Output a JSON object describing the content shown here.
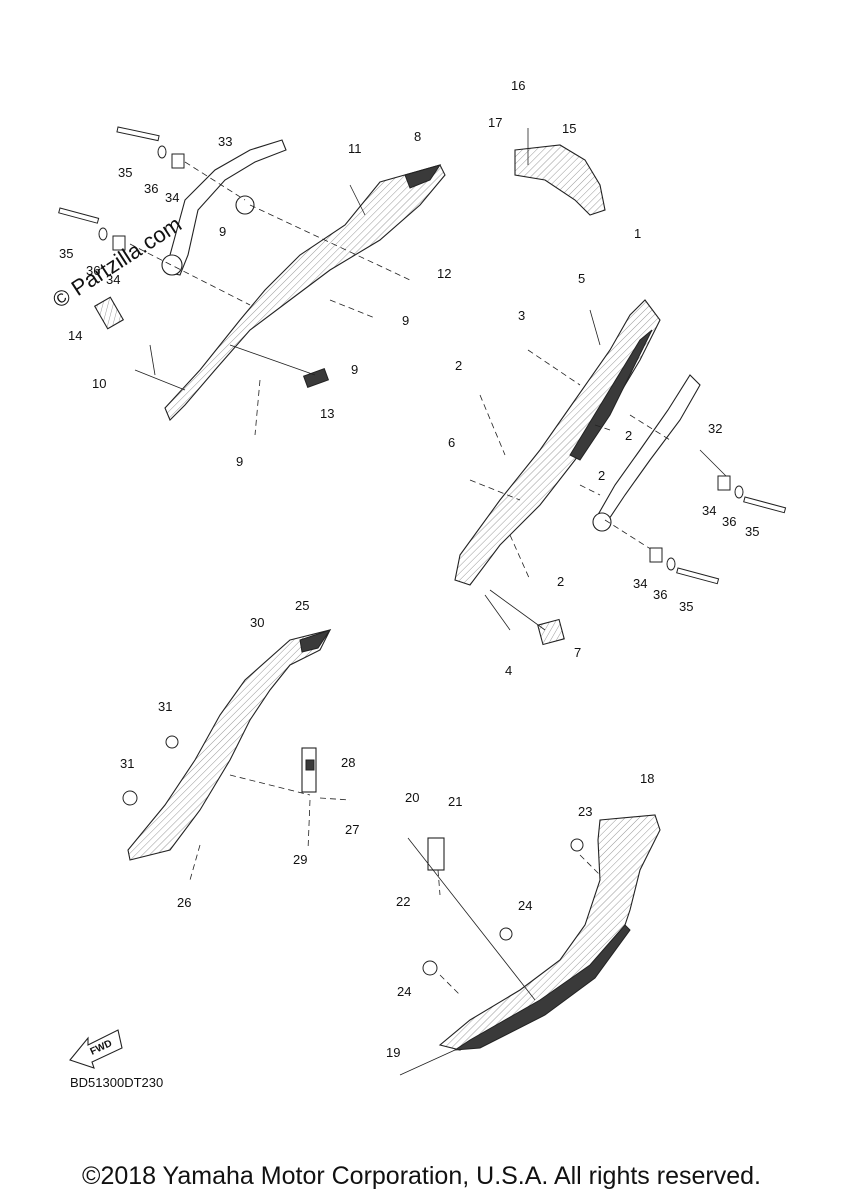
{
  "watermark": "© Partzilla.com",
  "diagram_code": "BD51300DT230",
  "fwd_label": "FWD",
  "copyright": "©2018 Yamaha Motor Corporation, U.S.A. All rights reserved.",
  "callouts": {
    "c1": "1",
    "c2a": "2",
    "c2b": "2",
    "c2c": "2",
    "c2d": "2",
    "c3": "3",
    "c4": "4",
    "c5": "5",
    "c6": "6",
    "c7": "7",
    "c8": "8",
    "c9a": "9",
    "c9b": "9",
    "c9c": "9",
    "c9d": "9",
    "c10": "10",
    "c11": "11",
    "c12": "12",
    "c13": "13",
    "c14": "14",
    "c15": "15",
    "c16": "16",
    "c17": "17",
    "c18": "18",
    "c19": "19",
    "c20": "20",
    "c21": "21",
    "c22": "22",
    "c23": "23",
    "c24a": "24",
    "c24b": "24",
    "c25": "25",
    "c26": "26",
    "c27": "27",
    "c28": "28",
    "c29": "29",
    "c30": "30",
    "c31a": "31",
    "c31b": "31",
    "c32": "32",
    "c33": "33",
    "c34a": "34",
    "c34b": "34",
    "c34c": "34",
    "c34d": "34",
    "c35a": "35",
    "c35b": "35",
    "c35c": "35",
    "c35d": "35",
    "c36a": "36",
    "c36b": "36",
    "c36c": "36",
    "c36d": "36"
  }
}
